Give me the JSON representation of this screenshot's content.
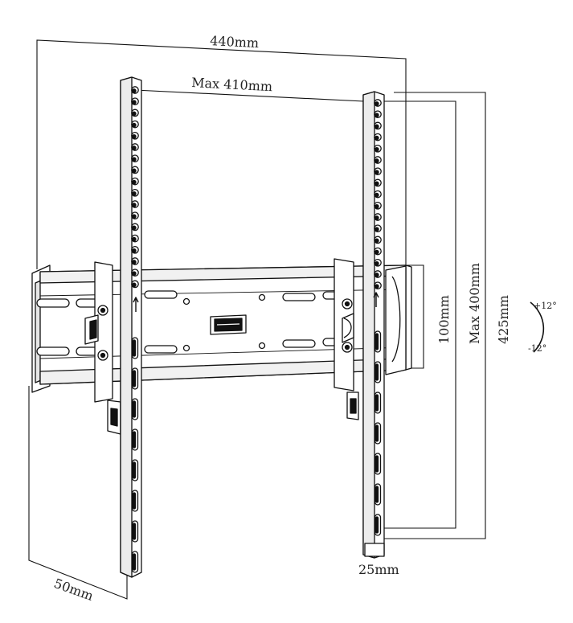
{
  "dimensions": {
    "overall_width": "440mm",
    "max_horizontal": "Max 410mm",
    "rail_height": "100mm",
    "max_vertical": "Max 400mm",
    "overall_height": "425mm",
    "wall_depth": "50mm",
    "arm_width": "25mm"
  },
  "tilt": {
    "up": "+12°",
    "down": "-12°"
  },
  "colors": {
    "line": "#111111",
    "fill": "#ffffff",
    "shade": "#d9d9d9"
  }
}
